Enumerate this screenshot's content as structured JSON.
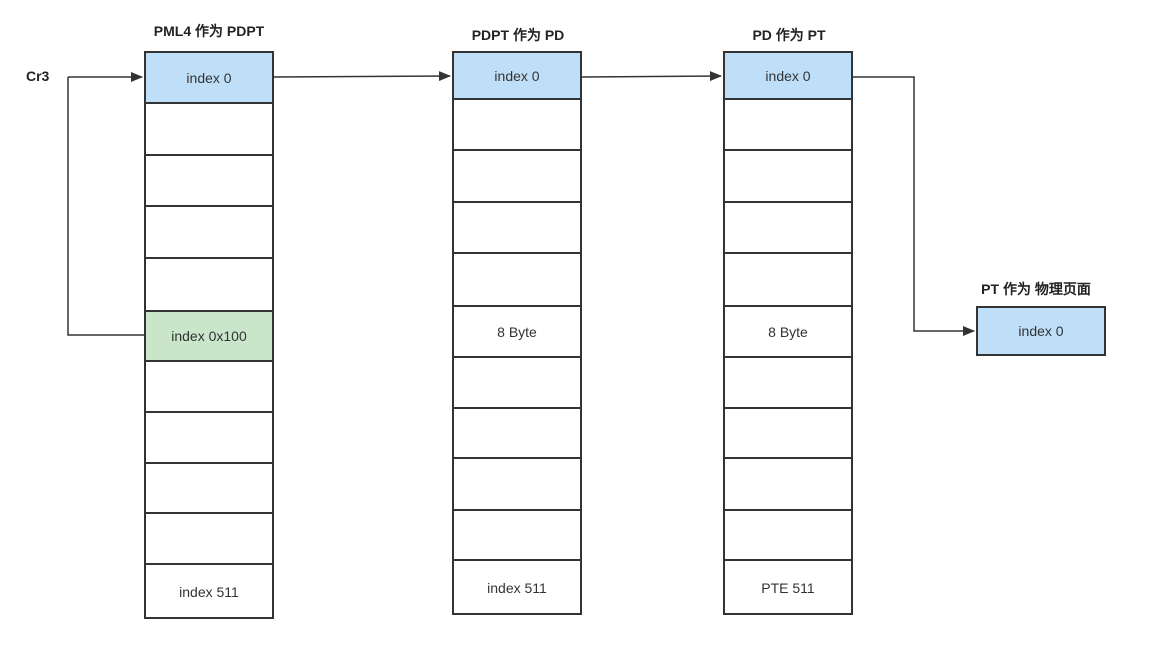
{
  "cr3_label": "Cr3",
  "tables": [
    {
      "header": "PML4 作为 PDPT",
      "cells": [
        "index 0",
        "",
        "",
        "",
        "",
        "index 0x100",
        "",
        "",
        "",
        "",
        "index 511"
      ],
      "highlights": {
        "0": "blue",
        "5": "green"
      }
    },
    {
      "header": "PDPT 作为 PD",
      "cells": [
        "index 0",
        "",
        "",
        "",
        "",
        "8 Byte",
        "",
        "",
        "",
        "",
        "index 511"
      ],
      "highlights": {
        "0": "blue"
      }
    },
    {
      "header": "PD 作为 PT",
      "cells": [
        "index 0",
        "",
        "",
        "",
        "",
        "8 Byte",
        "",
        "",
        "",
        "",
        "PTE 511"
      ],
      "highlights": {
        "0": "blue"
      }
    }
  ],
  "page_box": {
    "header": "PT 作为 物理页面",
    "label": "index 0"
  },
  "colors": {
    "highlight_blue": "#bfdff9",
    "highlight_green": "#c9e6cb",
    "line": "#333333"
  }
}
